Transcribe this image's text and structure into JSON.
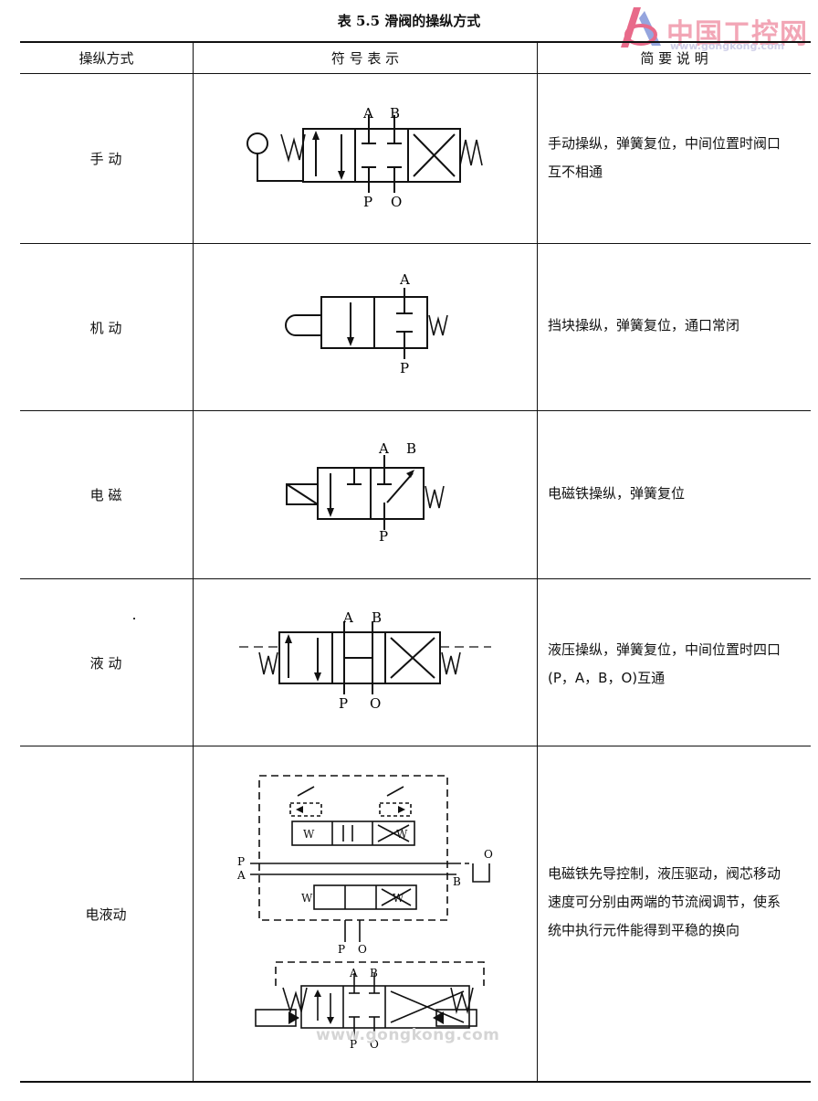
{
  "caption": "表 5.5 滑阀的操纵方式",
  "logo": {
    "name": "中国工控网",
    "url": "www.gongkong.com"
  },
  "watermark": "www.gongkong.com",
  "headers": {
    "method": "操纵方式",
    "symbol": "符 号 表 示",
    "description": "简 要 说 明"
  },
  "rows": [
    {
      "method": "手 动",
      "description": "手动操纵，弹簧复位，中间位置时阀口互不相通"
    },
    {
      "method": "机 动",
      "description": "挡块操纵，弹簧复位，通口常闭"
    },
    {
      "method": "电 磁",
      "description": "电磁铁操纵，弹簧复位"
    },
    {
      "method": "液 动",
      "description": "液压操纵，弹簧复位，中间位置时四口(P，A，B，O)互通"
    },
    {
      "method": "电液动",
      "description": "电磁铁先导控制，液压驱动，阀芯移动速度可分别由两端的节流阀调节，使系统中执行元件能得到平稳的换向"
    }
  ],
  "port_labels": {
    "a": "A",
    "b": "B",
    "p": "P",
    "o": "O"
  },
  "colors": {
    "line": "#111111",
    "logo_pink": "#f2a6b6",
    "logo_blue": "#7a8fd6",
    "watermark": "#d5d5d5"
  }
}
